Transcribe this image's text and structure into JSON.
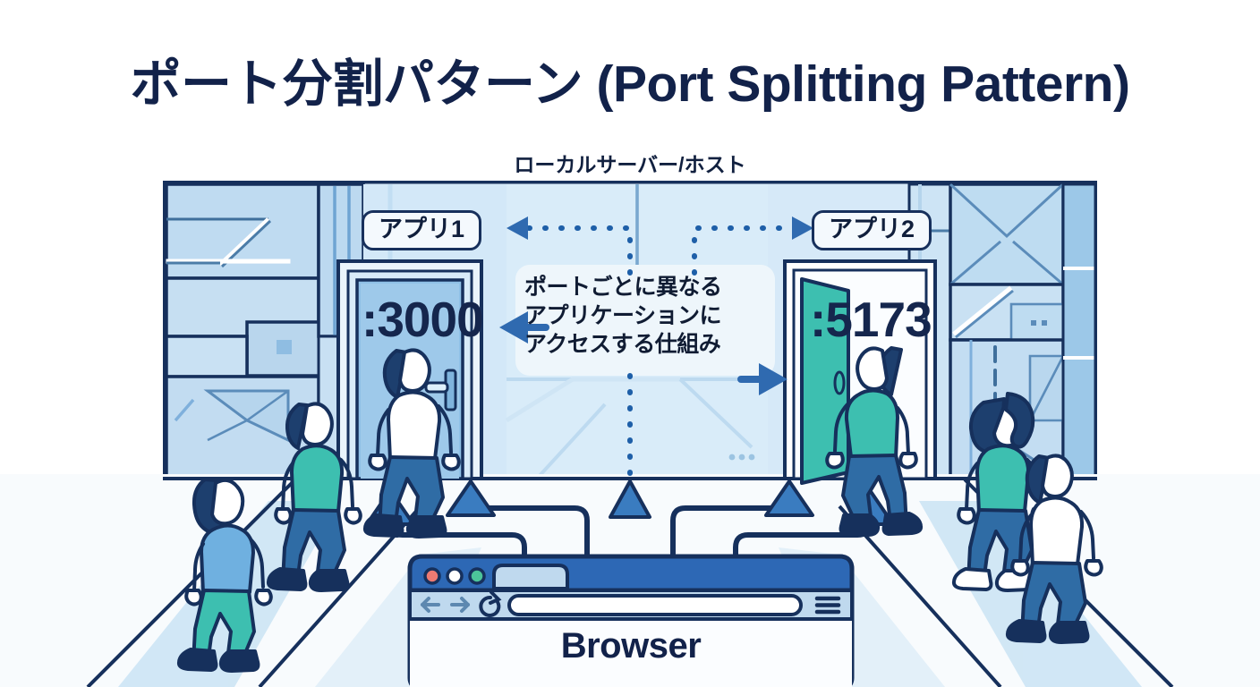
{
  "page": {
    "title": "ポート分割パターン (Port Splitting Pattern)",
    "background_color": "#ffffff"
  },
  "diagram": {
    "host_label": "ローカルサーバー/ホスト",
    "center_note": "ポートごとに異なる\nアプリケーションに\nアクセスする仕組み",
    "apps": [
      {
        "chip_label": "アプリ1",
        "port": ":3000",
        "door_state": "closed",
        "door_color": "#7fb4e0",
        "person_top_color": "#ffffff"
      },
      {
        "chip_label": "アプリ2",
        "port": ":5173",
        "door_state": "open",
        "door_color": "#3dbfb0",
        "person_top_color": "#3dbfb0"
      }
    ],
    "browser": {
      "label": "Browser",
      "url_value": "",
      "url_placeholder": "",
      "traffic_lights": [
        "#ee7a72",
        "#ffffff",
        "#4cc49a"
      ],
      "nav_icons": [
        "back-arrow-icon",
        "forward-arrow-icon",
        "reload-icon"
      ],
      "menu_icon": "hamburger-menu-icon"
    },
    "connectors": {
      "dotted_left": "dotted-elbow-arrow-left",
      "dotted_right": "dotted-elbow-arrow-right",
      "solid_left": "solid-arrow-left",
      "solid_right": "solid-arrow-right",
      "center_dotted": "dotted-vertical-line"
    },
    "people_count": 6
  },
  "colors": {
    "navy": "#16305c",
    "deep_navy": "#12224a",
    "blue": "#3a7cc0",
    "light_blue": "#a9cfeb",
    "pale_blue": "#d6e9f7",
    "panel_blue": "#bcd9f0",
    "teal": "#3dbfb0",
    "teal_dark": "#2ba89a",
    "jeans": "#2f6ca5",
    "jeans_dark": "#1e4d80",
    "browser_bar": "#2d68b5",
    "browser_toolbar": "#bfd9ee",
    "floor": "#f7fbfd",
    "crosswalk": "#cfe6f5"
  }
}
